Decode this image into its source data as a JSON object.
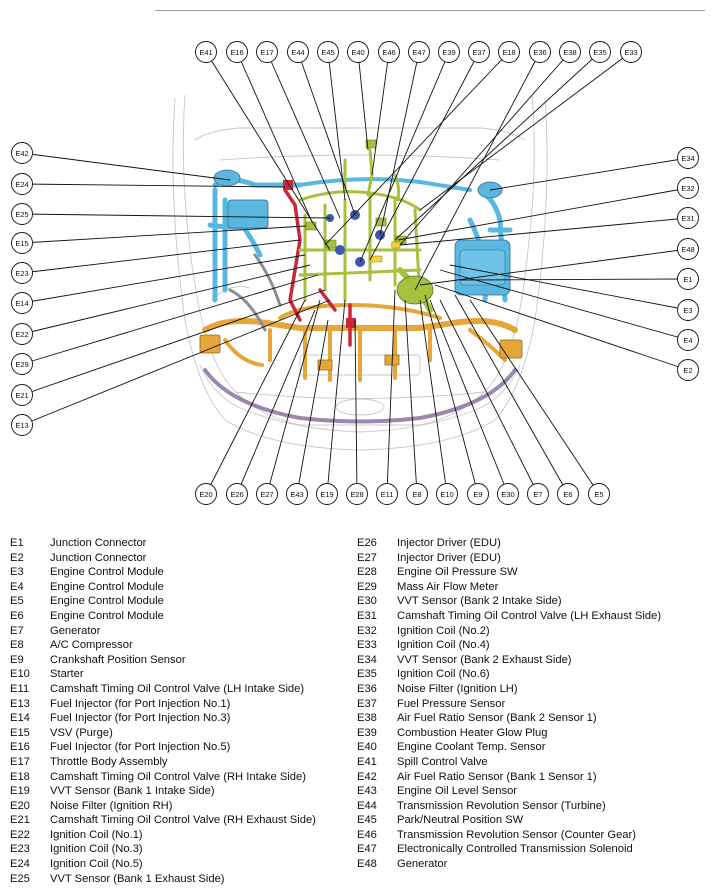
{
  "top_callouts": [
    "E41",
    "E16",
    "E17",
    "E44",
    "E45",
    "E40",
    "E46",
    "E47",
    "E39",
    "E37",
    "E18",
    "E36",
    "E38",
    "E35",
    "E33"
  ],
  "left_callouts": [
    "E42",
    "E24",
    "E25",
    "E15",
    "E23",
    "E14",
    "E22",
    "E29",
    "E21",
    "E13"
  ],
  "right_callouts": [
    "E34",
    "E32",
    "E31",
    "E48",
    "E1",
    "E3",
    "E4",
    "E2"
  ],
  "bottom_callouts": [
    "E20",
    "E26",
    "E27",
    "E43",
    "E19",
    "E28",
    "E11",
    "E8",
    "E10",
    "E9",
    "E30",
    "E7",
    "E6",
    "E5"
  ],
  "legend_left": [
    {
      "code": "E1",
      "label": "Junction Connector"
    },
    {
      "code": "E2",
      "label": "Junction Connector"
    },
    {
      "code": "E3",
      "label": "Engine Control Module"
    },
    {
      "code": "E4",
      "label": "Engine Control Module"
    },
    {
      "code": "E5",
      "label": "Engine Control Module"
    },
    {
      "code": "E6",
      "label": "Engine Control Module"
    },
    {
      "code": "E7",
      "label": "Generator"
    },
    {
      "code": "E8",
      "label": "A/C Compressor"
    },
    {
      "code": "E9",
      "label": "Crankshaft Position Sensor"
    },
    {
      "code": "E10",
      "label": "Starter"
    },
    {
      "code": "E11",
      "label": "Camshaft Timing Oil Control Valve (LH Intake Side)"
    },
    {
      "code": "E13",
      "label": "Fuel Injector (for Port Injection No.1)"
    },
    {
      "code": "E14",
      "label": "Fuel Injector (for Port Injection No.3)"
    },
    {
      "code": "E15",
      "label": "VSV (Purge)"
    },
    {
      "code": "E16",
      "label": "Fuel Injector (for Port Injection No.5)"
    },
    {
      "code": "E17",
      "label": "Throttle Body Assembly"
    },
    {
      "code": "E18",
      "label": "Camshaft Timing Oil Control Valve (RH Intake Side)"
    },
    {
      "code": "E19",
      "label": "VVT Sensor (Bank 1 Intake Side)"
    },
    {
      "code": "E20",
      "label": "Noise Filter (Ignition RH)"
    },
    {
      "code": "E21",
      "label": "Camshaft Timing Oil Control Valve (RH Exhaust Side)"
    },
    {
      "code": "E22",
      "label": "Ignition Coil (No.1)"
    },
    {
      "code": "E23",
      "label": "Ignition Coil (No.3)"
    },
    {
      "code": "E24",
      "label": "Ignition Coil (No.5)"
    },
    {
      "code": "E25",
      "label": "VVT Sensor (Bank 1 Exhaust Side)"
    }
  ],
  "legend_right": [
    {
      "code": "E26",
      "label": "Injector Driver (EDU)"
    },
    {
      "code": "E27",
      "label": "Injector Driver (EDU)"
    },
    {
      "code": "E28",
      "label": "Engine Oil Pressure SW"
    },
    {
      "code": "E29",
      "label": "Mass Air Flow Meter"
    },
    {
      "code": "E30",
      "label": "VVT Sensor (Bank 2 Intake Side)"
    },
    {
      "code": "E31",
      "label": "Camshaft Timing Oil Control Valve (LH Exhaust Side)"
    },
    {
      "code": "E32",
      "label": "Ignition Coil (No.2)"
    },
    {
      "code": "E33",
      "label": "Ignition Coil (No.4)"
    },
    {
      "code": "E34",
      "label": "VVT Sensor (Bank 2 Exhaust Side)"
    },
    {
      "code": "E35",
      "label": "Ignition Coil (No.6)"
    },
    {
      "code": "E36",
      "label": "Noise Filter (Ignition LH)"
    },
    {
      "code": "E37",
      "label": "Fuel Pressure Sensor"
    },
    {
      "code": "E38",
      "label": "Air Fuel Ratio Sensor (Bank 2 Sensor 1)"
    },
    {
      "code": "E39",
      "label": "Combustion Heater Glow Plug"
    },
    {
      "code": "E40",
      "label": "Engine Coolant Temp. Sensor"
    },
    {
      "code": "E41",
      "label": "Spill Control Valve"
    },
    {
      "code": "E42",
      "label": "Air Fuel Ratio Sensor (Bank 1 Sensor 1)"
    },
    {
      "code": "E43",
      "label": "Engine Oil Level Sensor"
    },
    {
      "code": "E44",
      "label": "Transmission Revolution Sensor (Turbine)"
    },
    {
      "code": "E45",
      "label": "Park/Neutral Position SW"
    },
    {
      "code": "E46",
      "label": "Transmission Revolution Sensor (Counter Gear)"
    },
    {
      "code": "E47",
      "label": "Electronically Controlled Transmission Solenoid"
    },
    {
      "code": "E48",
      "label": "Generator"
    }
  ],
  "colors": {
    "harness_green": "#a6c23c",
    "harness_blue": "#5ab8e0",
    "harness_orange": "#e7a63a",
    "harness_red": "#c8283a",
    "harness_purple": "#9b87ad",
    "harness_gray": "#8a8f95",
    "harness_navy": "#3e5aa8",
    "outline": "#c8c8c8",
    "leader": "#111111"
  }
}
